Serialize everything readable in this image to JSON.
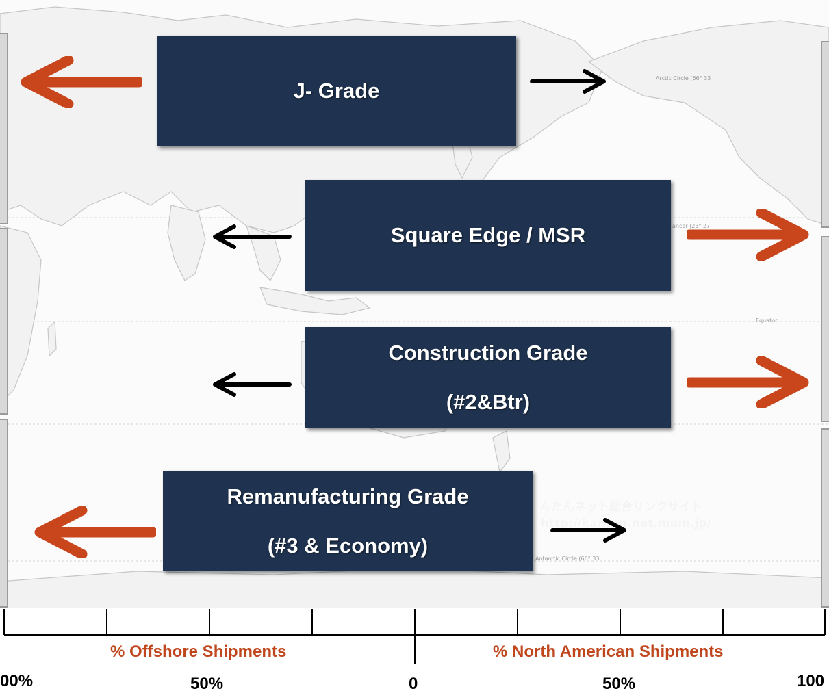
{
  "boxes": {
    "j_grade": {
      "lines": [
        "J- Grade"
      ]
    },
    "square_edge": {
      "lines": [
        "Square Edge / MSR"
      ]
    },
    "construction": {
      "lines": [
        "Construction Grade",
        "(#2&Btr)"
      ]
    },
    "reman": {
      "lines": [
        "Remanufacturing Grade",
        "(#3 & Economy)"
      ]
    }
  },
  "axis": {
    "left_label": "% Offshore Shipments",
    "right_label": "% North American Shipments",
    "ticks": [
      "00%",
      "50%",
      "0",
      "50%",
      "100"
    ]
  },
  "map_labels": {
    "arctic": "Arctic Circle (66° 33",
    "cancer": "ancer (23° 27",
    "equator": "Equator",
    "antarctic": "Antarctic Circle (66° 33",
    "watermark_jp": "んたんネット総合リンクサイト",
    "watermark_url": "http://kantan.net.main.jp/"
  },
  "colors": {
    "box_fill": "#1f3350",
    "major_arrow": "#c9461c",
    "minor_arrow": "#000000",
    "axis_label": "#c0471d"
  }
}
